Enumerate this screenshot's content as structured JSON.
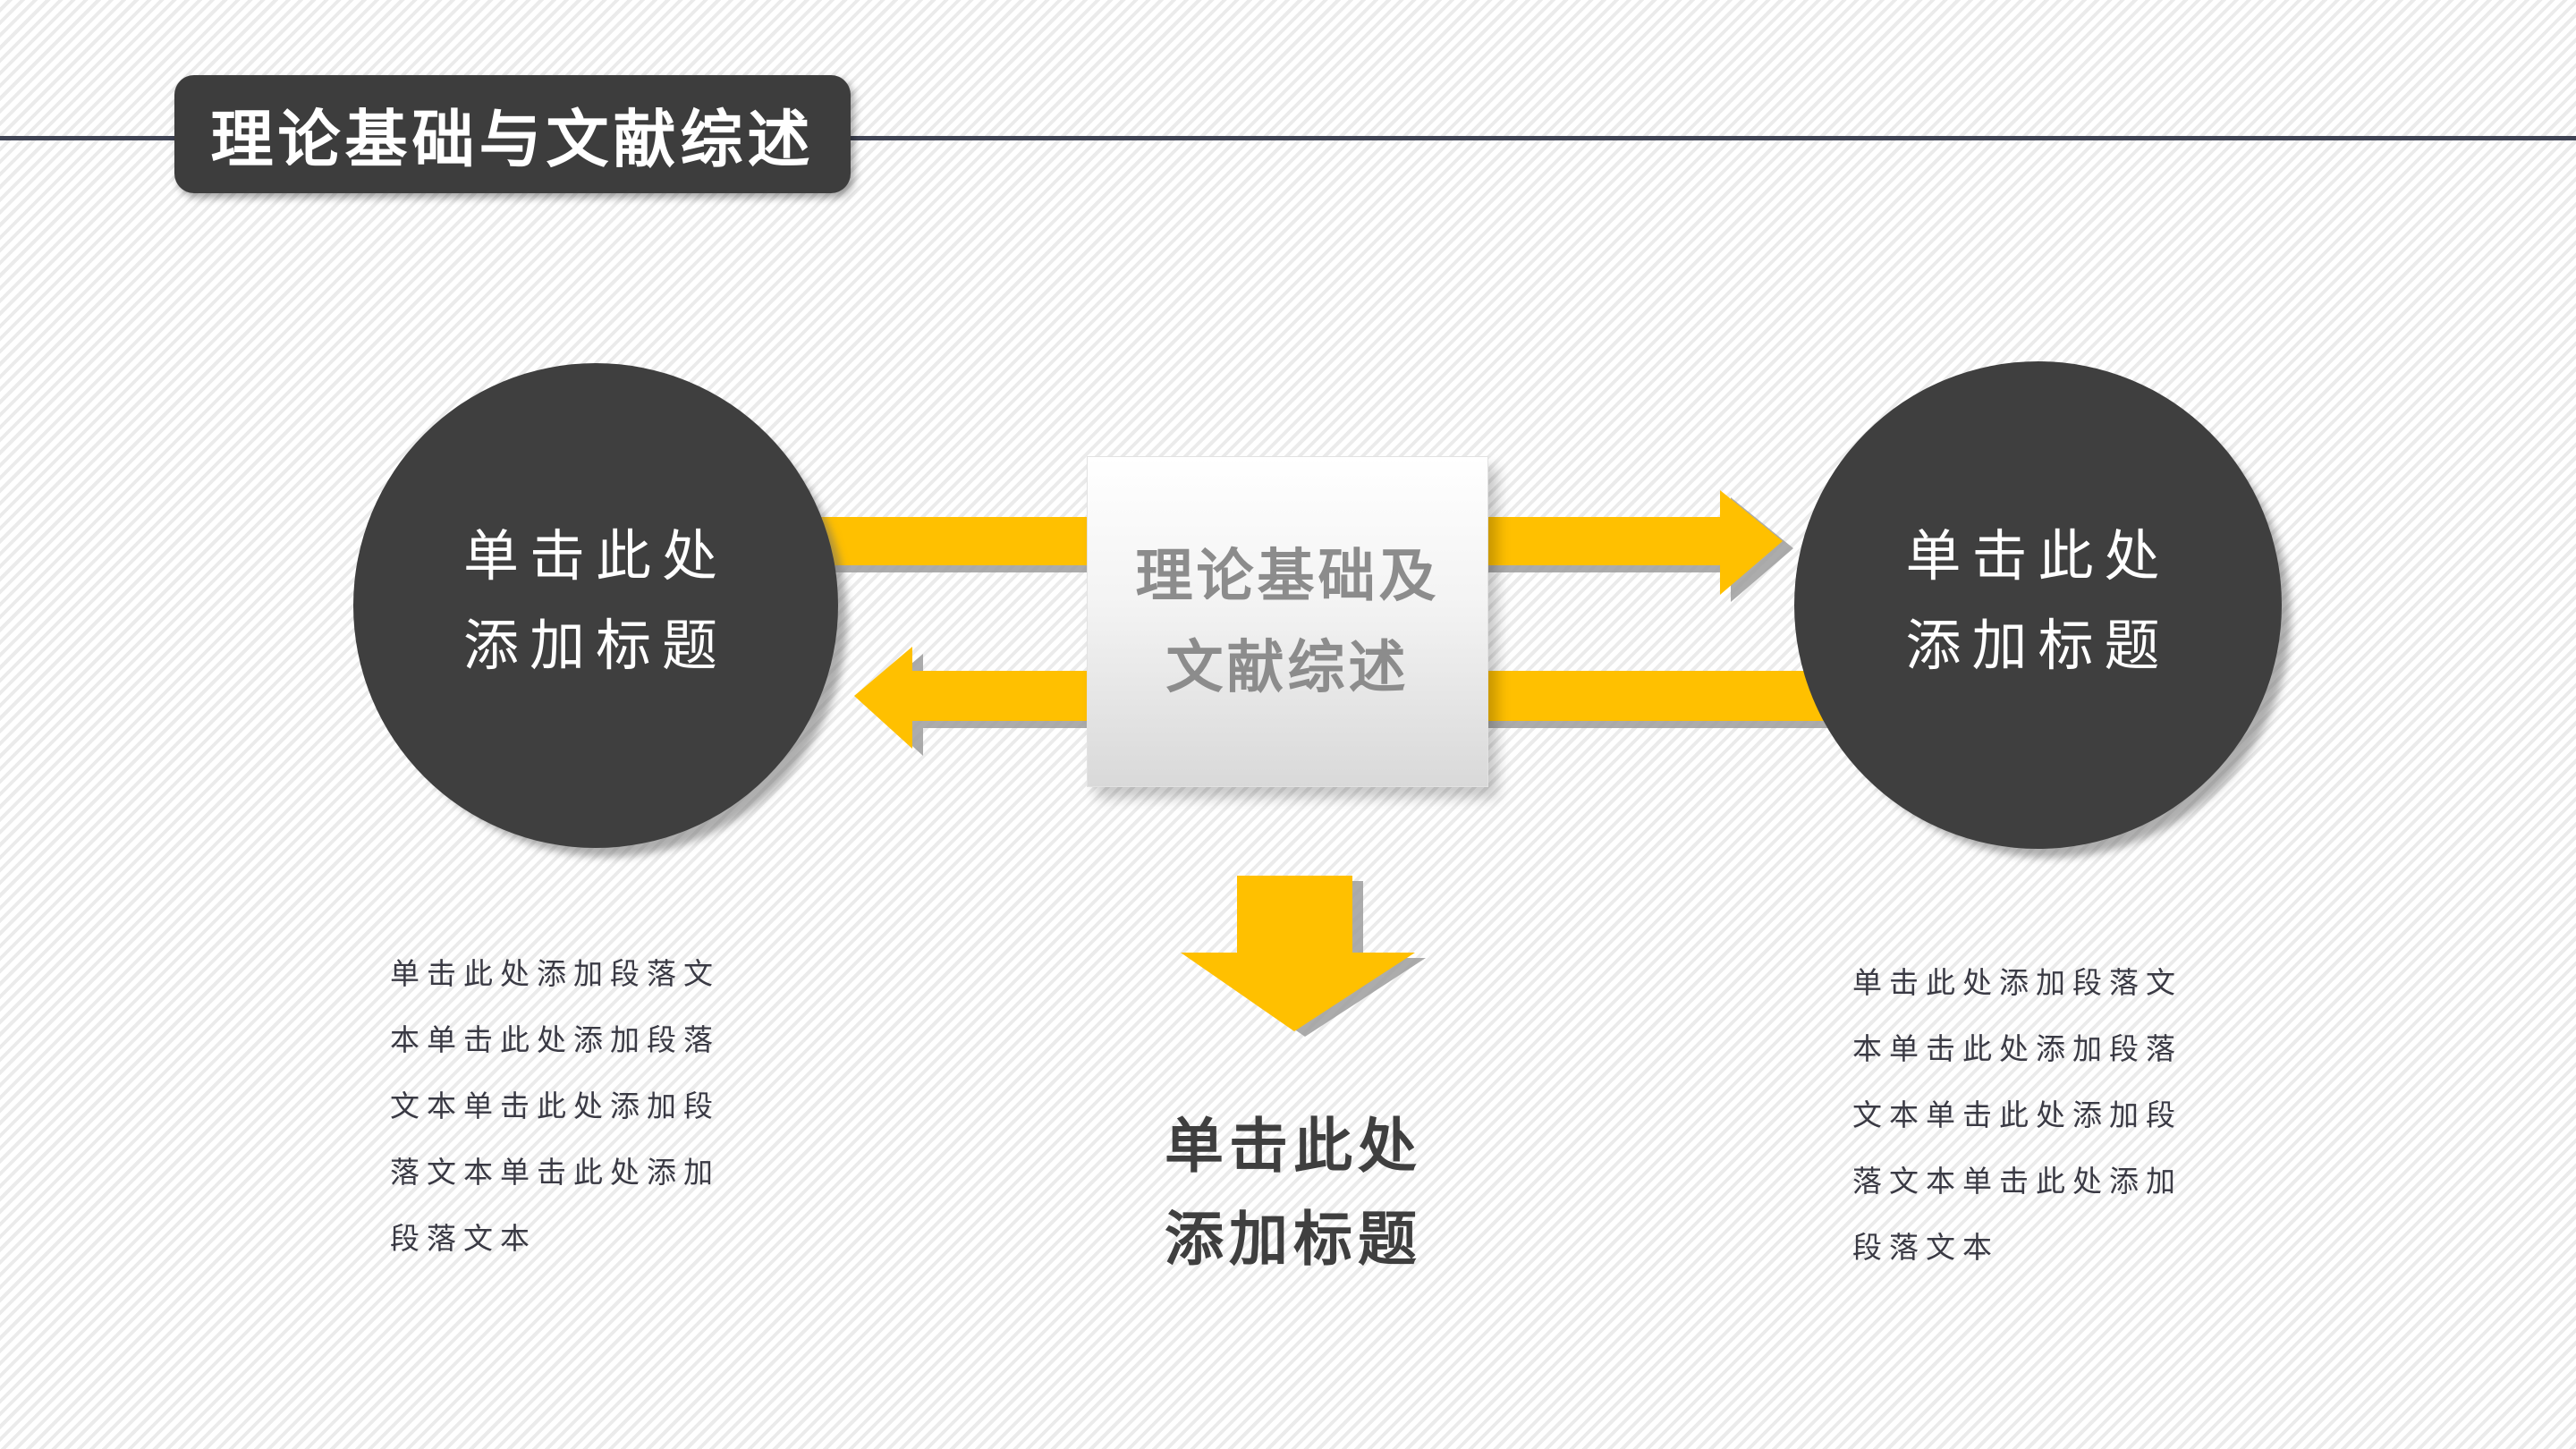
{
  "slide": {
    "header": {
      "title": "理论基础与文献综述"
    },
    "left_circle": {
      "lines": [
        "单击此处",
        "添加标题"
      ]
    },
    "right_circle": {
      "lines": [
        "单击此处",
        "添加标题"
      ]
    },
    "center_box": {
      "lines": [
        "理论基础及",
        "文献综述"
      ]
    },
    "bottom_title": {
      "lines": [
        "单击此处",
        "添加标题"
      ]
    },
    "left_paragraph": {
      "lines": [
        "单击此处添加段落文",
        "本单击此处添加段落",
        "文本单击此处添加段",
        "落文本单击此处添加",
        "段落文本"
      ]
    },
    "right_paragraph": {
      "lines": [
        "单击此处添加段落文",
        "本单击此处添加段落",
        "文本单击此处添加段",
        "落文本单击此处添加",
        "段落文本"
      ]
    },
    "icons": {
      "forward": "arrow-right-icon",
      "backward": "arrow-left-icon",
      "downward": "arrow-down-icon"
    },
    "colors": {
      "accent_yellow": "#FFC000",
      "arrow_shadow": "#9E9E9E",
      "shape_dark": "#3F3F3F",
      "badge_dark": "#3D3D3D",
      "divider": "#3F4354",
      "box_text_gray": "#8C8C8C",
      "paragraph_text": "#3A3A44"
    }
  }
}
